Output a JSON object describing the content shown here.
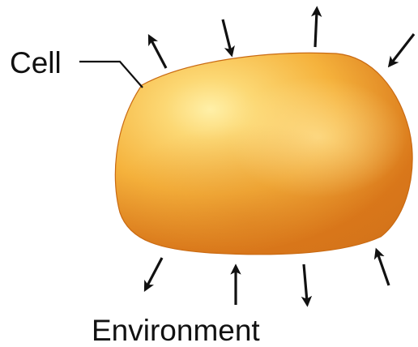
{
  "labels": {
    "cell": "Cell",
    "environment": "Environment"
  },
  "colors": {
    "cell_light": "#fff0a8",
    "cell_mid": "#f5b23c",
    "cell_dark": "#d9771a",
    "cell_edge": "#c96a12",
    "arrow": "#111111",
    "text": "#111111"
  },
  "arrows": [
    {
      "name": "arrow-out-top-left",
      "direction": "out"
    },
    {
      "name": "arrow-in-top-center",
      "direction": "in"
    },
    {
      "name": "arrow-out-top-right",
      "direction": "out"
    },
    {
      "name": "arrow-in-upper-right",
      "direction": "in"
    },
    {
      "name": "arrow-out-bottom-left",
      "direction": "out"
    },
    {
      "name": "arrow-in-bottom-center",
      "direction": "in"
    },
    {
      "name": "arrow-out-bottom-mid",
      "direction": "out"
    },
    {
      "name": "arrow-in-bottom-right",
      "direction": "in"
    }
  ]
}
